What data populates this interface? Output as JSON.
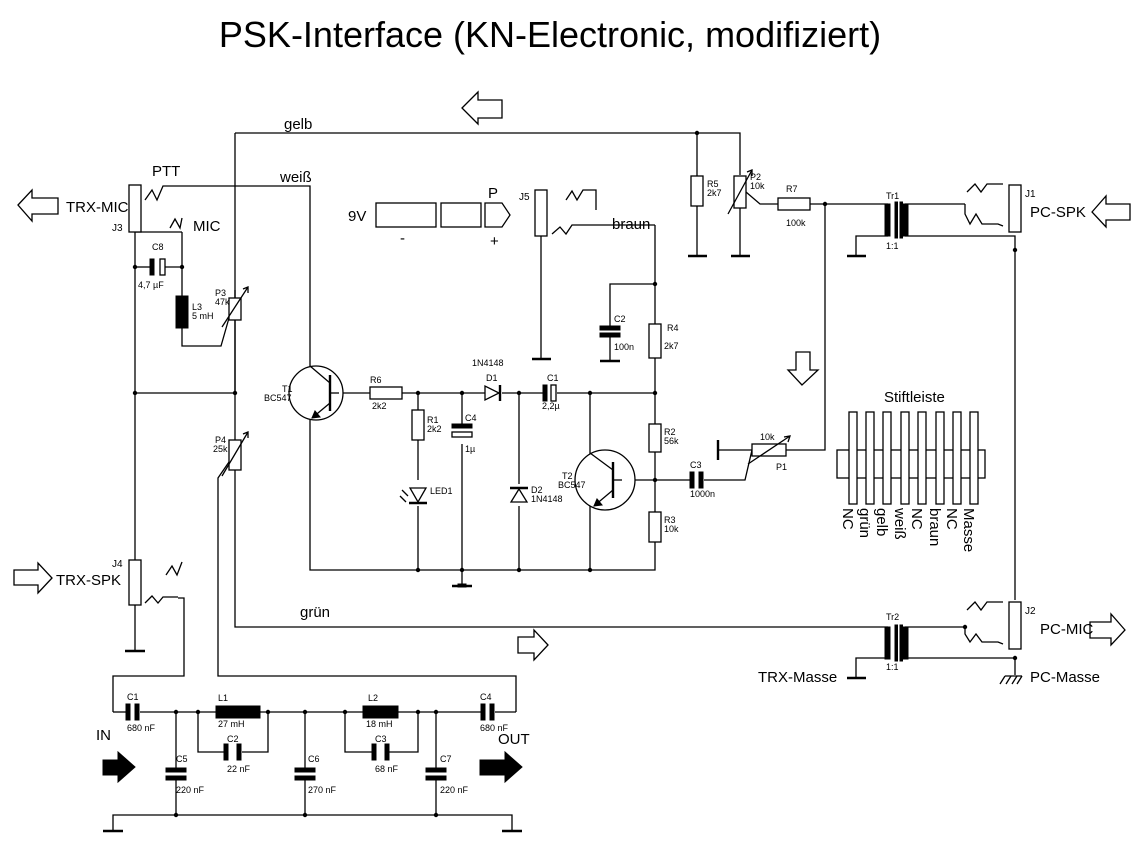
{
  "title": "PSK-Interface (KN-Electronic, modifiziert)",
  "wires": {
    "gelb": "gelb",
    "weiss": "weiß",
    "gruen": "grün",
    "braun": "braun"
  },
  "connectors": {
    "trx_mic": "TRX-MIC",
    "ptt": "PTT",
    "mic": "MIC",
    "j3": "J3",
    "trx_spk": "TRX-SPK",
    "j4": "J4",
    "j5": "J5",
    "pc_spk": "PC-SPK",
    "j1": "J1",
    "pc_mic": "PC-MIC",
    "j2": "J2",
    "trx_masse": "TRX-Masse",
    "pc_masse": "PC-Masse",
    "in": "IN",
    "out": "OUT"
  },
  "battery": {
    "voltage": "9V",
    "minus": "-",
    "plus": "+",
    "label": "P"
  },
  "components": {
    "c8": {
      "name": "C8",
      "value": "4,7 µF"
    },
    "l3": {
      "name": "L3",
      "value": "5 mH"
    },
    "p3": {
      "name": "P3",
      "value": "47k"
    },
    "p4": {
      "name": "P4",
      "value": "25k"
    },
    "t1": {
      "name": "T1",
      "value": "BC547"
    },
    "r6": {
      "name": "R6",
      "value": "2k2"
    },
    "r1": {
      "name": "R1",
      "value": "2k2"
    },
    "led1": {
      "name": "LED1"
    },
    "c4": {
      "name": "C4",
      "value": "1µ"
    },
    "d1": {
      "name": "D1",
      "value": "1N4148"
    },
    "d2": {
      "name": "D2",
      "value": "1N4148"
    },
    "c1": {
      "name": "C1",
      "value": "2,2µ"
    },
    "c2": {
      "name": "C2",
      "value": "100n"
    },
    "r4": {
      "name": "R4",
      "value": "2k7"
    },
    "r2": {
      "name": "R2",
      "value": "56k"
    },
    "r3": {
      "name": "R3",
      "value": "10k"
    },
    "t2": {
      "name": "T2",
      "value": "BC547"
    },
    "c3": {
      "name": "C3",
      "value": "1000n"
    },
    "p1": {
      "name": "P1",
      "value": "10k"
    },
    "r5": {
      "name": "R5",
      "value": "2k7"
    },
    "p2": {
      "name": "P2",
      "value": "10k"
    },
    "r7": {
      "name": "R7",
      "value": "100k"
    },
    "tr1": {
      "name": "Tr1",
      "ratio": "1:1"
    },
    "tr2": {
      "name": "Tr2",
      "ratio": "1:1"
    }
  },
  "filter": {
    "c1": {
      "name": "C1",
      "value": "680 nF"
    },
    "l1": {
      "name": "L1",
      "value": "27 mH"
    },
    "c2": {
      "name": "C2",
      "value": "22 nF"
    },
    "l2": {
      "name": "L2",
      "value": "18 mH"
    },
    "c3": {
      "name": "C3",
      "value": "68 nF"
    },
    "c4": {
      "name": "C4",
      "value": "680 nF"
    },
    "c5": {
      "name": "C5",
      "value": "220 nF"
    },
    "c6": {
      "name": "C6",
      "value": "270 nF"
    },
    "c7": {
      "name": "C7",
      "value": "220 nF"
    }
  },
  "header_strip": {
    "title": "Stiftleiste",
    "pins": [
      "NC",
      "grün",
      "gelb",
      "weiß",
      "NC",
      "braun",
      "NC",
      "Masse"
    ]
  }
}
